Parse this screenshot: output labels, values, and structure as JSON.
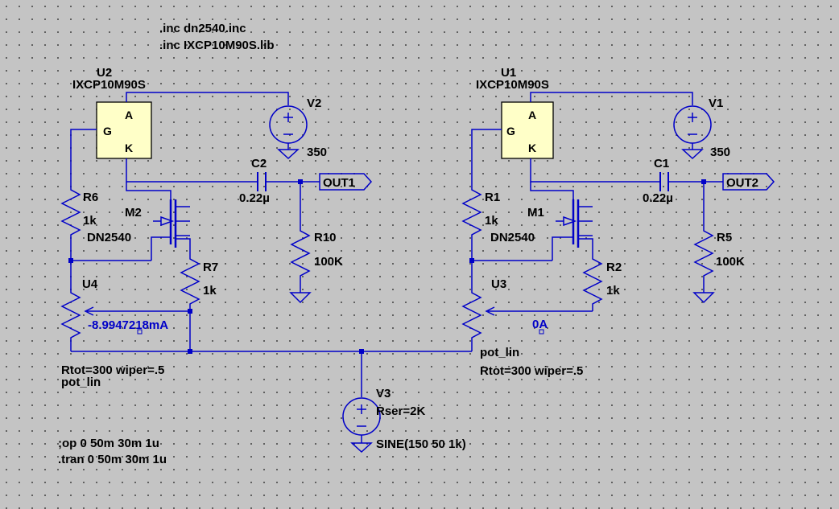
{
  "directives": {
    "inc1": ".inc dn2540.inc",
    "inc2": ".inc IXCP10M90S.lib",
    "op": ";op 0 50m 30m 1u",
    "tran": ".tran 0 50m 30m 1u"
  },
  "left": {
    "u2_name": "U2",
    "u2_value": "IXCP10M90S",
    "pin_g": "G",
    "pin_a": "A",
    "pin_k": "K",
    "v2_name": "V2",
    "v2_value": "350",
    "c2_name": "C2",
    "c2_value": "0.22µ",
    "out_label": "OUT1",
    "r6_name": "R6",
    "r6_value": "1k",
    "m2_name": "M2",
    "m2_value": "DN2540",
    "r10_name": "R10",
    "r10_value": "100K",
    "r7_name": "R7",
    "r7_value": "1k",
    "u4_name": "U4",
    "u4_current": "-8.9947218mA",
    "u4_params": "Rtot=300 wiper=.5",
    "u4_model": "pot_lin"
  },
  "right": {
    "u1_name": "U1",
    "u1_value": "IXCP10M90S",
    "pin_g": "G",
    "pin_a": "A",
    "pin_k": "K",
    "v1_name": "V1",
    "v1_value": "350",
    "c1_name": "C1",
    "c1_value": "0.22µ",
    "out_label": "OUT2",
    "r1_name": "R1",
    "r1_value": "1k",
    "m1_name": "M1",
    "m1_value": "DN2540",
    "r5_name": "R5",
    "r5_value": "100K",
    "r2_name": "R2",
    "r2_value": "1k",
    "u3_name": "U3",
    "u3_current": "0A",
    "u3_model": "pot_lin",
    "u3_params": "Rtot=300 wiper=.5"
  },
  "source": {
    "v3_name": "V3",
    "v3_param": "Rser=2K",
    "v3_value": "SINE(150 50 1k)"
  }
}
